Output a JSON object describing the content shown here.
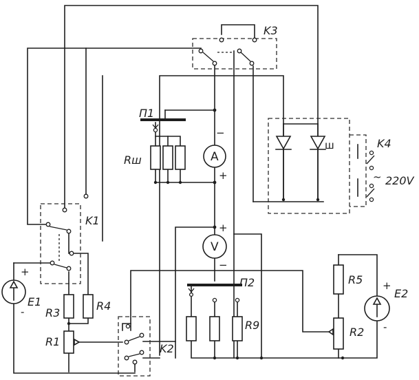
{
  "labels": {
    "k1": "K1",
    "k2": "K2",
    "k3": "K3",
    "k4": "K4",
    "p1": "П1",
    "p2": "П2",
    "e1": "E1",
    "e2": "E2",
    "r1": "R1",
    "r2": "R2",
    "r3": "R3",
    "r4": "R4",
    "r5": "R5",
    "r9": "R9",
    "rsh": "Rш",
    "ac": "220V"
  },
  "meters": {
    "ammeter": "A",
    "voltmeter": "V"
  },
  "signs": {
    "plus": "+",
    "minus": "−",
    "plus_small": "+",
    "minus_small": "-",
    "tilde": "~",
    "diode_mark": "ш"
  }
}
